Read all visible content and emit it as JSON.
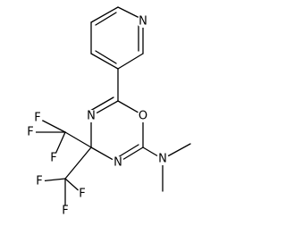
{
  "diagram": {
    "atoms": [
      {
        "id": "pyr-N",
        "element": "N"
      },
      {
        "id": "ring-O",
        "element": "O"
      },
      {
        "id": "ring-N3",
        "element": "N"
      },
      {
        "id": "ring-N5",
        "element": "N"
      },
      {
        "id": "amine-N",
        "element": "N"
      },
      {
        "id": "cf3-a-F1",
        "element": "F"
      },
      {
        "id": "cf3-a-F2",
        "element": "F"
      },
      {
        "id": "cf3-a-F3",
        "element": "F"
      },
      {
        "id": "cf3-b-F1",
        "element": "F"
      },
      {
        "id": "cf3-b-F2",
        "element": "F"
      },
      {
        "id": "cf3-b-F3",
        "element": "F"
      }
    ]
  }
}
